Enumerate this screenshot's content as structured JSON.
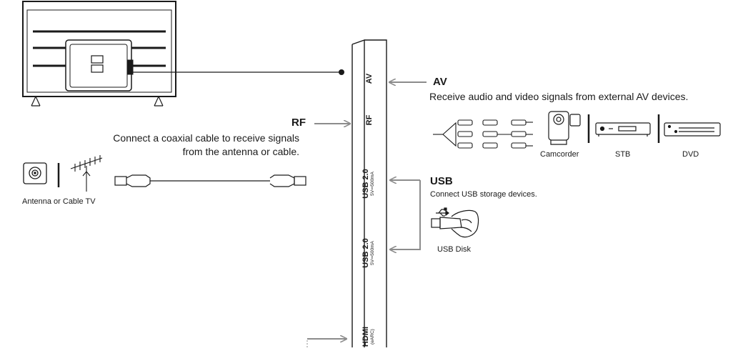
{
  "ports": {
    "av": "AV",
    "rf": "RF",
    "usb1": {
      "label": "USB 2.0",
      "spec": "5V⎓500mA"
    },
    "usb2": {
      "label": "USB 2.0",
      "spec": "5V⎓500mA"
    },
    "hdmi": {
      "label": "HDMI",
      "spec": "(eARC)"
    }
  },
  "av": {
    "title": "AV",
    "description": "Receive audio and video signals from external AV devices.",
    "devices": [
      "Camcorder",
      "STB",
      "DVD"
    ]
  },
  "rf": {
    "title": "RF",
    "description_line1": "Connect a coaxial cable to receive signals",
    "description_line2": "from the antenna or cable.",
    "source_label": "Antenna or Cable TV"
  },
  "usb": {
    "title": "USB",
    "description": "Connect USB storage devices.",
    "device_label": "USB Disk"
  },
  "icons": [
    "tv-back-icon",
    "coax-socket-icon",
    "antenna-icon",
    "coax-cable-icon",
    "rca-cable-icon",
    "camcorder-icon",
    "set-top-box-icon",
    "dvd-player-icon",
    "usb-disk-icon",
    "usb-symbol-icon"
  ],
  "colors": {
    "line": "#1a1a1a",
    "arrow": "#8c8c8c",
    "background": "#ffffff"
  }
}
